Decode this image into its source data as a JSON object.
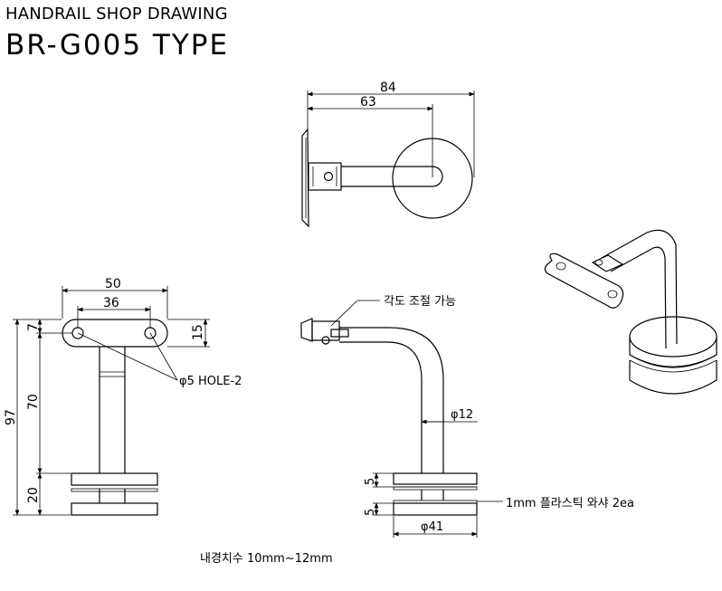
{
  "header": {
    "subtitle": "HANDRAIL SHOP DRAWING",
    "title": "BR-G005 TYPE"
  },
  "top_view": {
    "dim_overall": "84",
    "dim_offset": "63"
  },
  "front_view": {
    "dim_width": "50",
    "dim_hole_spacing": "36",
    "dim_plate_top": "7",
    "dim_plate_height": "15",
    "dim_total_height": "97",
    "dim_arm": "70",
    "dim_base": "20",
    "hole_note": "φ5 HOLE-2"
  },
  "side_view": {
    "angle_note": "각도 조절 가능",
    "tube_dia": "φ12",
    "washer_thk_1": "5",
    "washer_thk_2": "5",
    "washer_note": "1mm 플라스틱 와샤 2ea",
    "base_dia": "φ41"
  },
  "footer": {
    "inner_dia_note": "내경치수 10mm~12mm"
  }
}
